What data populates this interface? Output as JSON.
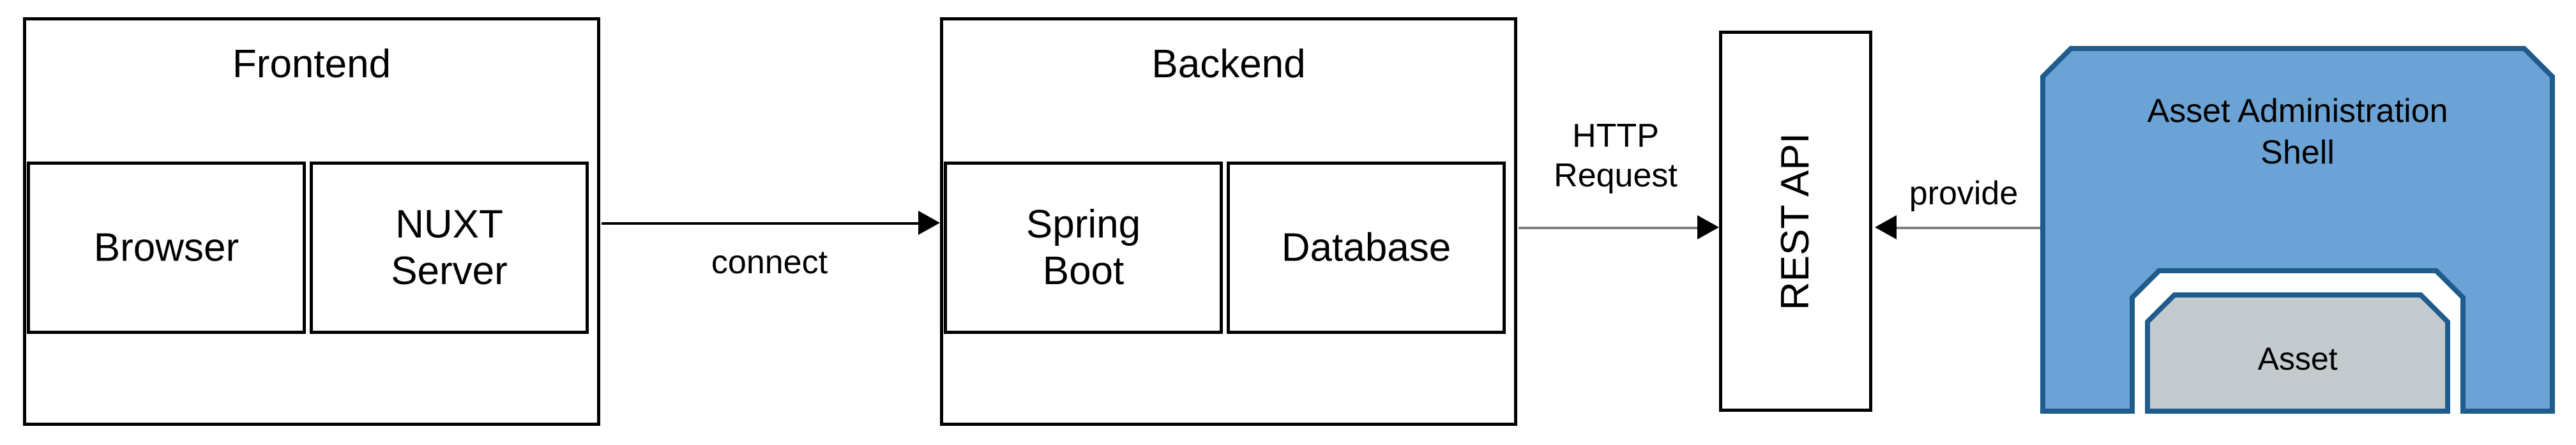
{
  "diagram": {
    "title": "Frontend / Backend / REST API / Asset Administration Shell architecture",
    "colors": {
      "stroke_black": "#000000",
      "connector_gray": "#808080",
      "aas_fill": "#6BA3D6",
      "aas_border": "#1F5C8B",
      "asset_fill": "#C3CBCE",
      "asset_border": "#1F5C8B",
      "background": "#ffffff"
    }
  },
  "frontend": {
    "title": "Frontend",
    "children": [
      {
        "label": "Browser"
      },
      {
        "label": "NUXT\nServer"
      }
    ]
  },
  "backend": {
    "title": "Backend",
    "children": [
      {
        "label": "Spring\nBoot"
      },
      {
        "label": "Database"
      }
    ]
  },
  "rest_api": {
    "label": "REST API",
    "orientation": "vertical-bottom-to-top"
  },
  "aas": {
    "title": "Asset Administration\nShell",
    "asset": {
      "label": "Asset"
    }
  },
  "connectors": [
    {
      "id": "connect",
      "label": "connect",
      "from": "Frontend",
      "to": "Backend",
      "direction": "right"
    },
    {
      "id": "http-request",
      "label": "HTTP\nRequest",
      "from": "Backend",
      "to": "REST API",
      "direction": "right"
    },
    {
      "id": "provide",
      "label": "provide",
      "from": "Asset Administration Shell",
      "to": "REST API",
      "direction": "left"
    }
  ]
}
